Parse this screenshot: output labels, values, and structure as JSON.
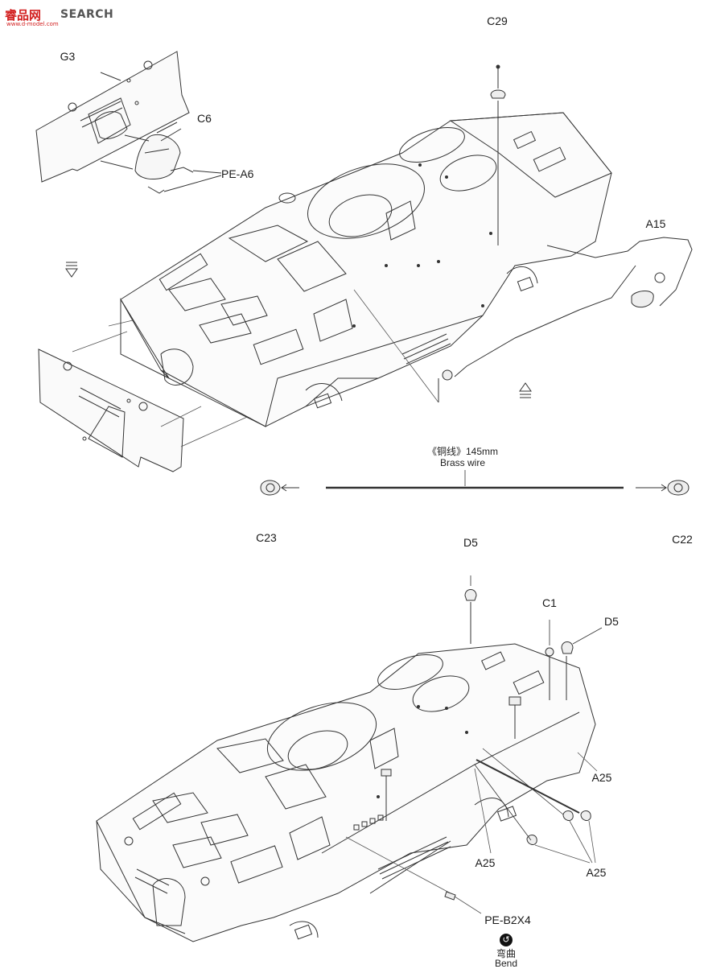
{
  "watermark": {
    "brand_cn": "睿品网",
    "brand_search": "SEARCH",
    "brand_url": "www.d-model.com"
  },
  "labels": {
    "g3": "G3",
    "c6": "C6",
    "pe_a6": "PE-A6",
    "c29": "C29",
    "a15": "A15",
    "brass_wire_cn": "《铜线》145mm",
    "brass_wire_en": "Brass wire",
    "c23": "C23",
    "c22": "C22",
    "d5_top": "D5",
    "c1": "C1",
    "d5_right": "D5",
    "a25_a": "A25",
    "a25_b": "A25",
    "a25_c": "A25",
    "pe_b2x4": "PE-B2X4",
    "bend_cn": "弯曲",
    "bend_en": "Bend"
  },
  "icons": {
    "direction_down": "direction-down-icon",
    "direction_up": "direction-up-icon",
    "bend": "bend-icon"
  }
}
